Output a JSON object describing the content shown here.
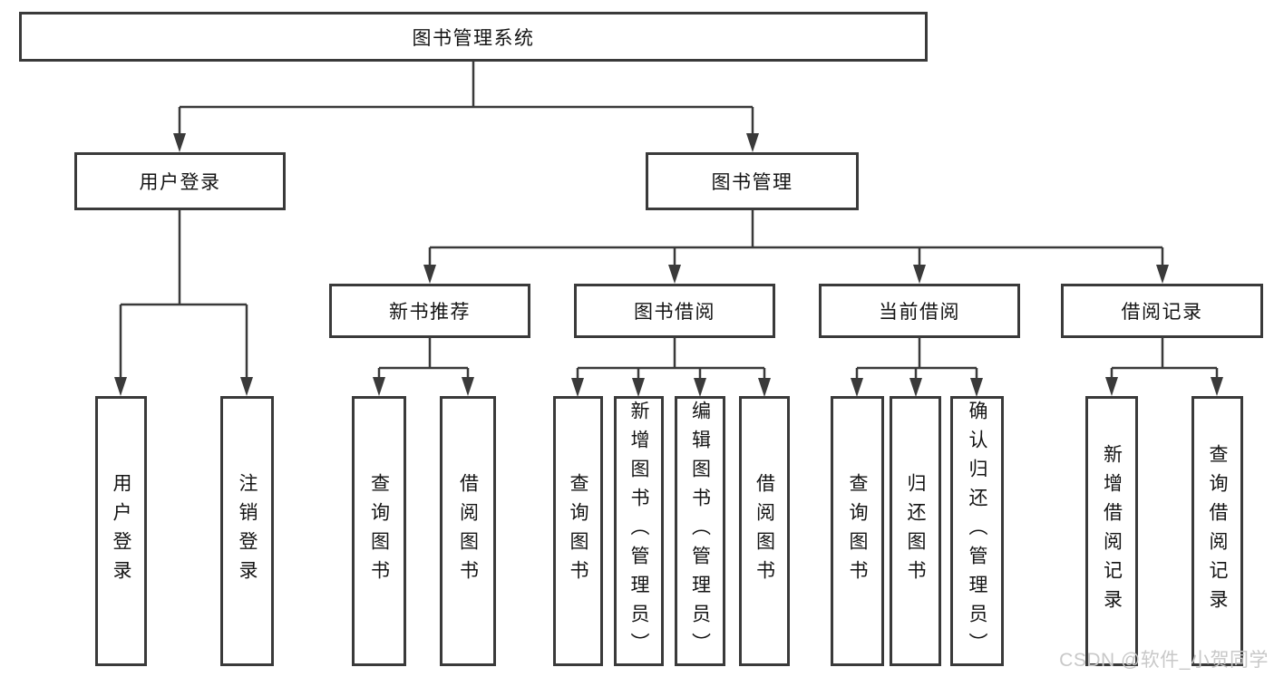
{
  "colors": {
    "line": "#3a3a3a",
    "text": "#141414",
    "watermark": "#c8c8c8",
    "background": "#ffffff"
  },
  "watermark": {
    "text": "CSDN @软件_小贺同学"
  },
  "tree": {
    "label": "图书管理系统",
    "children": [
      {
        "label": "用户登录",
        "children": [
          {
            "label": "用户登录"
          },
          {
            "label": "注销登录"
          }
        ]
      },
      {
        "label": "图书管理",
        "children": [
          {
            "label": "新书推荐",
            "children": [
              {
                "label": "查询图书"
              },
              {
                "label": "借阅图书"
              }
            ]
          },
          {
            "label": "图书借阅",
            "children": [
              {
                "label": "查询图书"
              },
              {
                "label": "新增图书（管理员）"
              },
              {
                "label": "编辑图书（管理员）"
              },
              {
                "label": "借阅图书"
              }
            ]
          },
          {
            "label": "当前借阅",
            "children": [
              {
                "label": "查询图书"
              },
              {
                "label": "归还图书"
              },
              {
                "label": "确认归还（管理员）"
              }
            ]
          },
          {
            "label": "借阅记录",
            "children": [
              {
                "label": "新增借阅记录"
              },
              {
                "label": "查询借阅记录"
              }
            ]
          }
        ]
      }
    ]
  }
}
